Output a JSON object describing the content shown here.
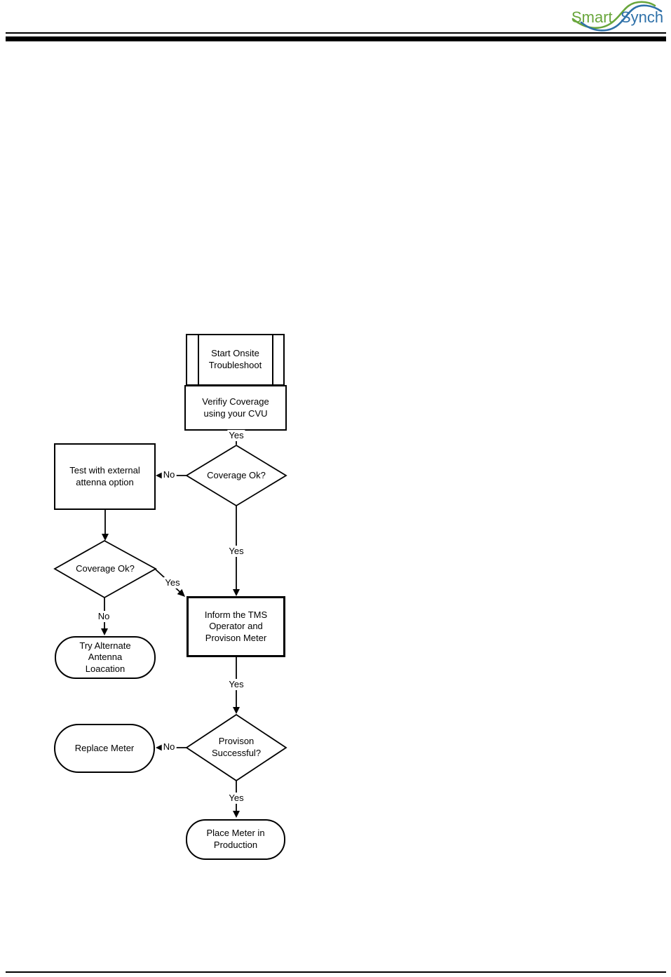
{
  "logo": {
    "part1": "Smart",
    "part2": "Synch",
    "reg": "®"
  },
  "colors": {
    "logo_green": "#69A63C",
    "logo_blue": "#2F71A9",
    "rule": "#000000",
    "diagram_line": "#000000",
    "background": "#FFFFFF"
  },
  "flowchart": {
    "nodes": {
      "start": {
        "type": "predefined-process",
        "label": "Start Onsite\nTroubleshoot"
      },
      "verify": {
        "type": "process",
        "label": "Verifiy Coverage\nusing your CVU"
      },
      "coverage_ok_1": {
        "type": "decision",
        "label": "Coverage Ok?"
      },
      "test_external": {
        "type": "process",
        "label": "Test with external\nattenna option"
      },
      "coverage_ok_2": {
        "type": "decision",
        "label": "Coverage Ok?"
      },
      "try_alternate": {
        "type": "terminator",
        "label": "Try Alternate\nAntenna\nLoacation"
      },
      "inform_tms": {
        "type": "process",
        "label": "Inform the TMS\nOperator and\nProvison Meter"
      },
      "provision_successful": {
        "type": "decision",
        "label": "Provison\nSuccessful?"
      },
      "replace_meter": {
        "type": "terminator",
        "label": "Replace Meter"
      },
      "place_meter": {
        "type": "terminator",
        "label": "Place Meter in\nProduction"
      }
    },
    "edge_labels": {
      "verify_to_coverage1": "Yes",
      "coverage1_no": "No",
      "coverage1_yes": "Yes",
      "coverage2_yes": "Yes",
      "coverage2_no": "No",
      "inform_yes": "Yes",
      "provision_no": "No",
      "provision_yes": "Yes"
    }
  }
}
